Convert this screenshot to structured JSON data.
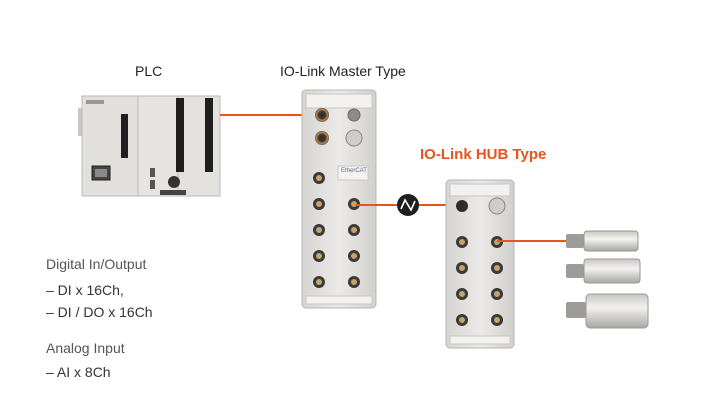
{
  "titles": {
    "plc": "PLC",
    "master": "IO-Link Master Type",
    "hub": "IO-Link HUB Type"
  },
  "specs": {
    "digital_heading": "Digital In/Output",
    "digital_items": [
      "– DI x 16Ch,",
      "– DI / DO x 16Ch"
    ],
    "analog_heading": "Analog Input",
    "analog_items": [
      "– AI x 8Ch"
    ]
  },
  "devices": {
    "master_brand": "EtherCAT"
  },
  "colors": {
    "accent": "#e8541c",
    "cable": "#e8541c",
    "module_body": "#e4e2df"
  }
}
